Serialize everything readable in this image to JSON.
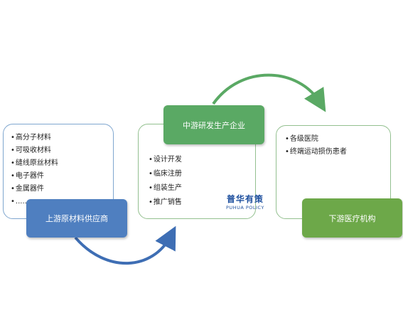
{
  "upstream": {
    "items": [
      "高分子材料",
      "可吸收材料",
      "缝线原丝材料",
      "电子器件",
      "金属器件",
      "......"
    ],
    "label": "上游原材料供应商"
  },
  "midstream": {
    "items": [
      "设计开发",
      "临床注册",
      "组装生产",
      "推广销售"
    ],
    "label": "中游研发生产企业"
  },
  "downstream": {
    "items": [
      "各级医院",
      "终端运动损伤患者"
    ],
    "label": "下游医疗机构"
  },
  "watermark": {
    "cn": "普华有策",
    "en": "PUHUA POLICY"
  },
  "colors": {
    "upstream": "#4f7fc0",
    "midstream": "#5aa964",
    "downstream": "#6da849"
  }
}
